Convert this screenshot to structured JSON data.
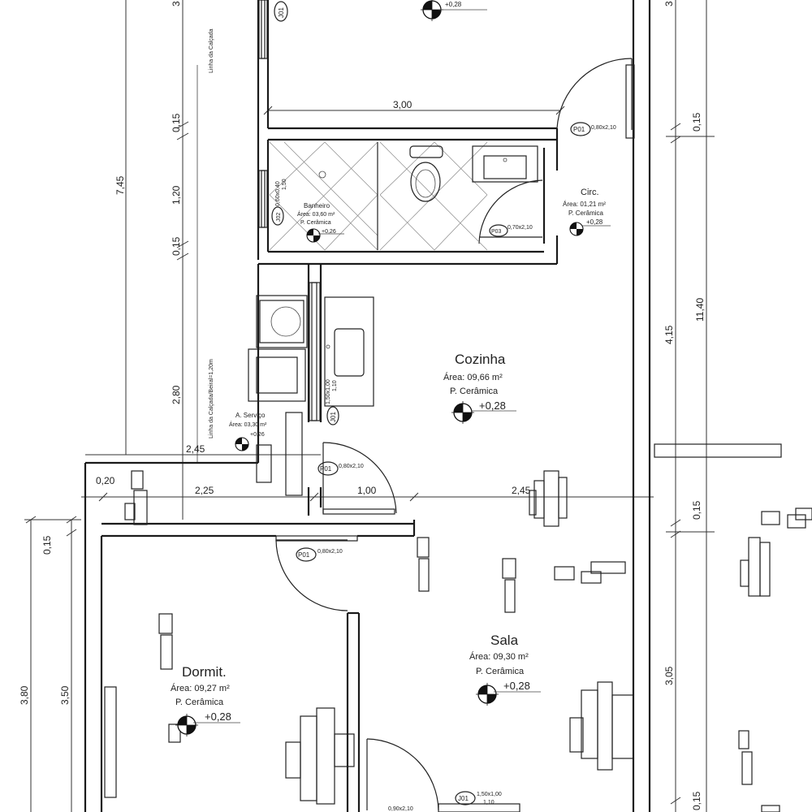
{
  "rooms": {
    "cozinha": {
      "name": "Cozinha",
      "area": "Área: 09,66 m²",
      "floor": "P. Cerâmica",
      "level": "+0,28"
    },
    "sala": {
      "name": "Sala",
      "area": "Área: 09,30 m²",
      "floor": "P. Cerâmica",
      "level": "+0,28"
    },
    "dormit": {
      "name": "Dormit.",
      "area": "Área: 09,27 m²",
      "floor": "P. Cerâmica",
      "level": "+0,28"
    },
    "circ": {
      "name": "Circ.",
      "area": "Área: 01,21 m²",
      "floor": "P. Cerâmica",
      "level": "+0,28"
    },
    "banheiro": {
      "name": "Banheiro",
      "area": "Área: 03,60 m²",
      "floor": "P. Cerâmica",
      "level": "+0,26"
    },
    "servico": {
      "name": "A. Serviço",
      "area": "Área: 03,30 m²",
      "level": "+0,26"
    },
    "top": {
      "level": "+0,28"
    }
  },
  "doors": {
    "p01": "P01",
    "p01_size": "0,80x2,10",
    "p03": "P03",
    "p03_size": "0,70x2,10",
    "p02_size": "0,90x2,10"
  },
  "windows": {
    "j01": "J01",
    "j01_kitchen_size": "1,50x1,00",
    "j01_kitchen_sill": "1,10",
    "j01_sala_size": "1,50x1,00",
    "j01_sala_sill": "1,10",
    "j02": "J02",
    "j02_size": "0,60x0,40",
    "j02_sill": "1,50"
  },
  "notes": {
    "sidewalk_line": "Linha da Calçada",
    "sidewalk_eave": "Linha da Calçada/Beiral=1,20m"
  },
  "dimensions": {
    "d300": "3,00",
    "d745": "7,45",
    "d015": "0,15",
    "d120": "1,20",
    "d280": "2,80",
    "d245": "2,45",
    "d225": "2,25",
    "d020": "0,20",
    "d100": "1,00",
    "d380": "3,80",
    "d350": "3,50",
    "d415": "4,15",
    "d1140": "11,40",
    "d305": "3,05",
    "top_partial": "3"
  }
}
